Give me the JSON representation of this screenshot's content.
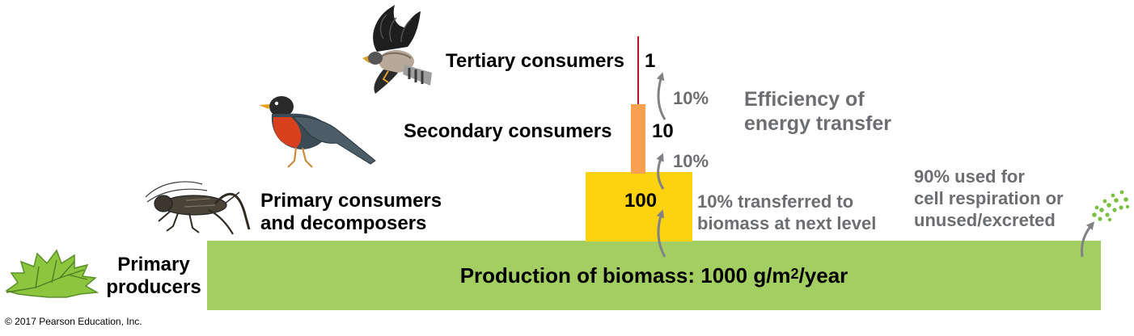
{
  "levels": {
    "tertiary": {
      "label": "Tertiary consumers",
      "value": "1"
    },
    "secondary": {
      "label": "Secondary consumers",
      "value": "10"
    },
    "primary_consumers": {
      "label_line1": "Primary consumers",
      "label_line2": "and decomposers",
      "value": "100"
    },
    "producers": {
      "label_line1": "Primary",
      "label_line2": "producers"
    }
  },
  "base": {
    "text_before": "Production of biomass: 1000 g/m",
    "superscript": "2",
    "text_after": "/year"
  },
  "transfer_labels": {
    "top": "10%",
    "middle": "10%"
  },
  "efficiency_title": {
    "line1": "Efficiency of",
    "line2": "energy transfer"
  },
  "transferred_note": {
    "line1": "10% transferred to",
    "line2": "biomass at next level"
  },
  "used_note": {
    "line1": "90% used for",
    "line2": "cell respiration or",
    "line3": "unused/excreted"
  },
  "copyright": "© 2017 Pearson Education, Inc.",
  "colors": {
    "producers_bar": "#a3cf62",
    "primary_bar": "#fdd20e",
    "secondary_bar": "#f7a150",
    "tertiary_bar": "#b5121b",
    "arrow": "#808285",
    "note_text": "#6d6e71",
    "dots": "#7ac143"
  },
  "icons": [
    "leaf-icon",
    "cricket-icon",
    "robin-icon",
    "hawk-icon"
  ]
}
